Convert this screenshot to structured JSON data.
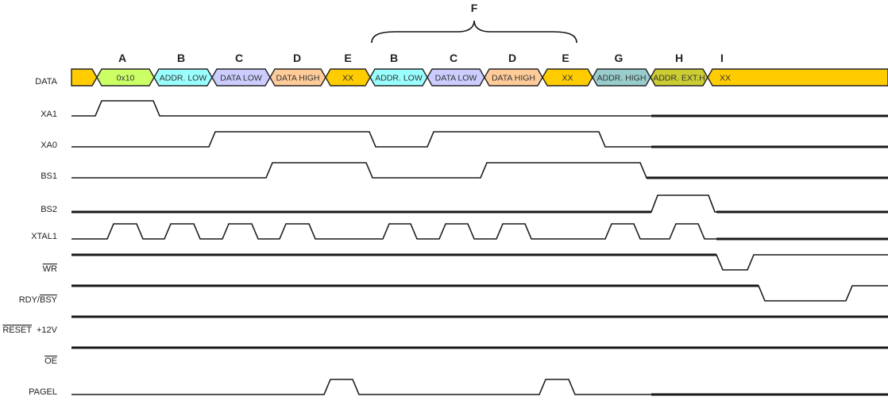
{
  "diagram": {
    "title": "Parallel programming timing diagram",
    "time_axis": {
      "start": 0,
      "end": 1028,
      "unit": "time units"
    },
    "brace": {
      "label": "F",
      "from": 378,
      "to": 636
    },
    "phases": [
      {
        "label": "A",
        "t": 64
      },
      {
        "label": "B",
        "t": 138
      },
      {
        "label": "C",
        "t": 211
      },
      {
        "label": "D",
        "t": 284
      },
      {
        "label": "E",
        "t": 348
      },
      {
        "label": "B",
        "t": 406
      },
      {
        "label": "C",
        "t": 481
      },
      {
        "label": "D",
        "t": 555
      },
      {
        "label": "E",
        "t": 622
      },
      {
        "label": "G",
        "t": 689
      },
      {
        "label": "H",
        "t": 765
      },
      {
        "label": "I",
        "t": 819
      }
    ],
    "data_bus": {
      "label": "DATA",
      "segments": [
        {
          "text": "",
          "from": 0,
          "to": 32,
          "color": "#ffcc00"
        },
        {
          "text": "0x10",
          "from": 32,
          "to": 104,
          "color": "#ccff66"
        },
        {
          "text": "ADDR. LOW",
          "from": 104,
          "to": 177,
          "color": "#99ffff"
        },
        {
          "text": "DATA LOW",
          "from": 177,
          "to": 250,
          "color": "#ccccff"
        },
        {
          "text": "DATA HIGH",
          "from": 250,
          "to": 320,
          "color": "#ffcc99"
        },
        {
          "text": "XX",
          "from": 320,
          "to": 376,
          "color": "#ffcc00"
        },
        {
          "text": "ADDR. LOW",
          "from": 376,
          "to": 448,
          "color": "#99ffff"
        },
        {
          "text": "DATA LOW",
          "from": 448,
          "to": 520,
          "color": "#ccccff"
        },
        {
          "text": "DATA HIGH",
          "from": 520,
          "to": 593,
          "color": "#ffcc99"
        },
        {
          "text": "XX",
          "from": 593,
          "to": 656,
          "color": "#ffcc00"
        },
        {
          "text": "ADDR. HIGH",
          "from": 656,
          "to": 729,
          "color": "#99cccc"
        },
        {
          "text": "ADDR. EXT.H",
          "from": 729,
          "to": 801,
          "color": "#cccc33"
        },
        {
          "text": "XX",
          "from": 801,
          "to": 1028,
          "color": "#ffcc00"
        }
      ]
    },
    "signals": [
      {
        "label": "XA1",
        "overline": "",
        "suffix": "",
        "initial": 0,
        "thick_from": 730,
        "transitions": [
          {
            "t": 30,
            "to": 1
          },
          {
            "t": 103,
            "to": 0
          }
        ]
      },
      {
        "label": "XA0",
        "overline": "",
        "suffix": "",
        "initial": 0,
        "thick_from": 730,
        "transitions": [
          {
            "t": 173,
            "to": 1
          },
          {
            "t": 375,
            "to": 0
          },
          {
            "t": 448,
            "to": 1
          },
          {
            "t": 664,
            "to": 0
          }
        ]
      },
      {
        "label": "BS1",
        "overline": "",
        "suffix": "",
        "initial": 0,
        "thick_from": 724,
        "transitions": [
          {
            "t": 245,
            "to": 1
          },
          {
            "t": 371,
            "to": 0
          },
          {
            "t": 515,
            "to": 1
          },
          {
            "t": 716,
            "to": 0
          }
        ]
      },
      {
        "label": "BS2",
        "overline": "",
        "suffix": "",
        "initial": 0,
        "thick_until": 730,
        "thick_from": 812,
        "transitions": [
          {
            "t": 730,
            "to": 1
          },
          {
            "t": 802,
            "to": 0
          }
        ]
      },
      {
        "label": "XTAL1",
        "overline": "",
        "suffix": "",
        "initial": 0,
        "thick_from": 812,
        "transitions": [
          {
            "t": 45,
            "to": 1
          },
          {
            "t": 82,
            "to": 0
          },
          {
            "t": 117,
            "to": 1
          },
          {
            "t": 154,
            "to": 0
          },
          {
            "t": 190,
            "to": 1
          },
          {
            "t": 227,
            "to": 0
          },
          {
            "t": 262,
            "to": 1
          },
          {
            "t": 299,
            "to": 0
          },
          {
            "t": 392,
            "to": 1
          },
          {
            "t": 427,
            "to": 0
          },
          {
            "t": 463,
            "to": 1
          },
          {
            "t": 499,
            "to": 0
          },
          {
            "t": 535,
            "to": 1
          },
          {
            "t": 571,
            "to": 0
          },
          {
            "t": 672,
            "to": 1
          },
          {
            "t": 708,
            "to": 0
          },
          {
            "t": 753,
            "to": 1
          },
          {
            "t": 789,
            "to": 0
          }
        ]
      },
      {
        "label": "",
        "overline": "WR",
        "suffix": "",
        "initial": 1,
        "thick_until": 812,
        "transitions": [
          {
            "t": 812,
            "to": 0
          },
          {
            "t": 851,
            "to": 1
          }
        ]
      },
      {
        "label": "RDY/",
        "overline": "BSY",
        "suffix": "",
        "initial": 1,
        "thick_until": 865,
        "transitions": [
          {
            "t": 865,
            "to": 0
          },
          {
            "t": 975,
            "to": 1
          }
        ]
      },
      {
        "label": "",
        "overline": "RESET",
        "suffix": "+12V",
        "initial": 1,
        "thick_until": 1028,
        "transitions": []
      },
      {
        "label": "",
        "overline": "OE",
        "suffix": "",
        "initial": 1,
        "thick_until": 1028,
        "transitions": []
      },
      {
        "label": "PAGEL",
        "overline": "",
        "suffix": "",
        "initial": 0,
        "thick_from": 730,
        "transitions": [
          {
            "t": 318,
            "to": 1
          },
          {
            "t": 354,
            "to": 0
          },
          {
            "t": 589,
            "to": 1
          },
          {
            "t": 626,
            "to": 0
          }
        ]
      }
    ]
  }
}
